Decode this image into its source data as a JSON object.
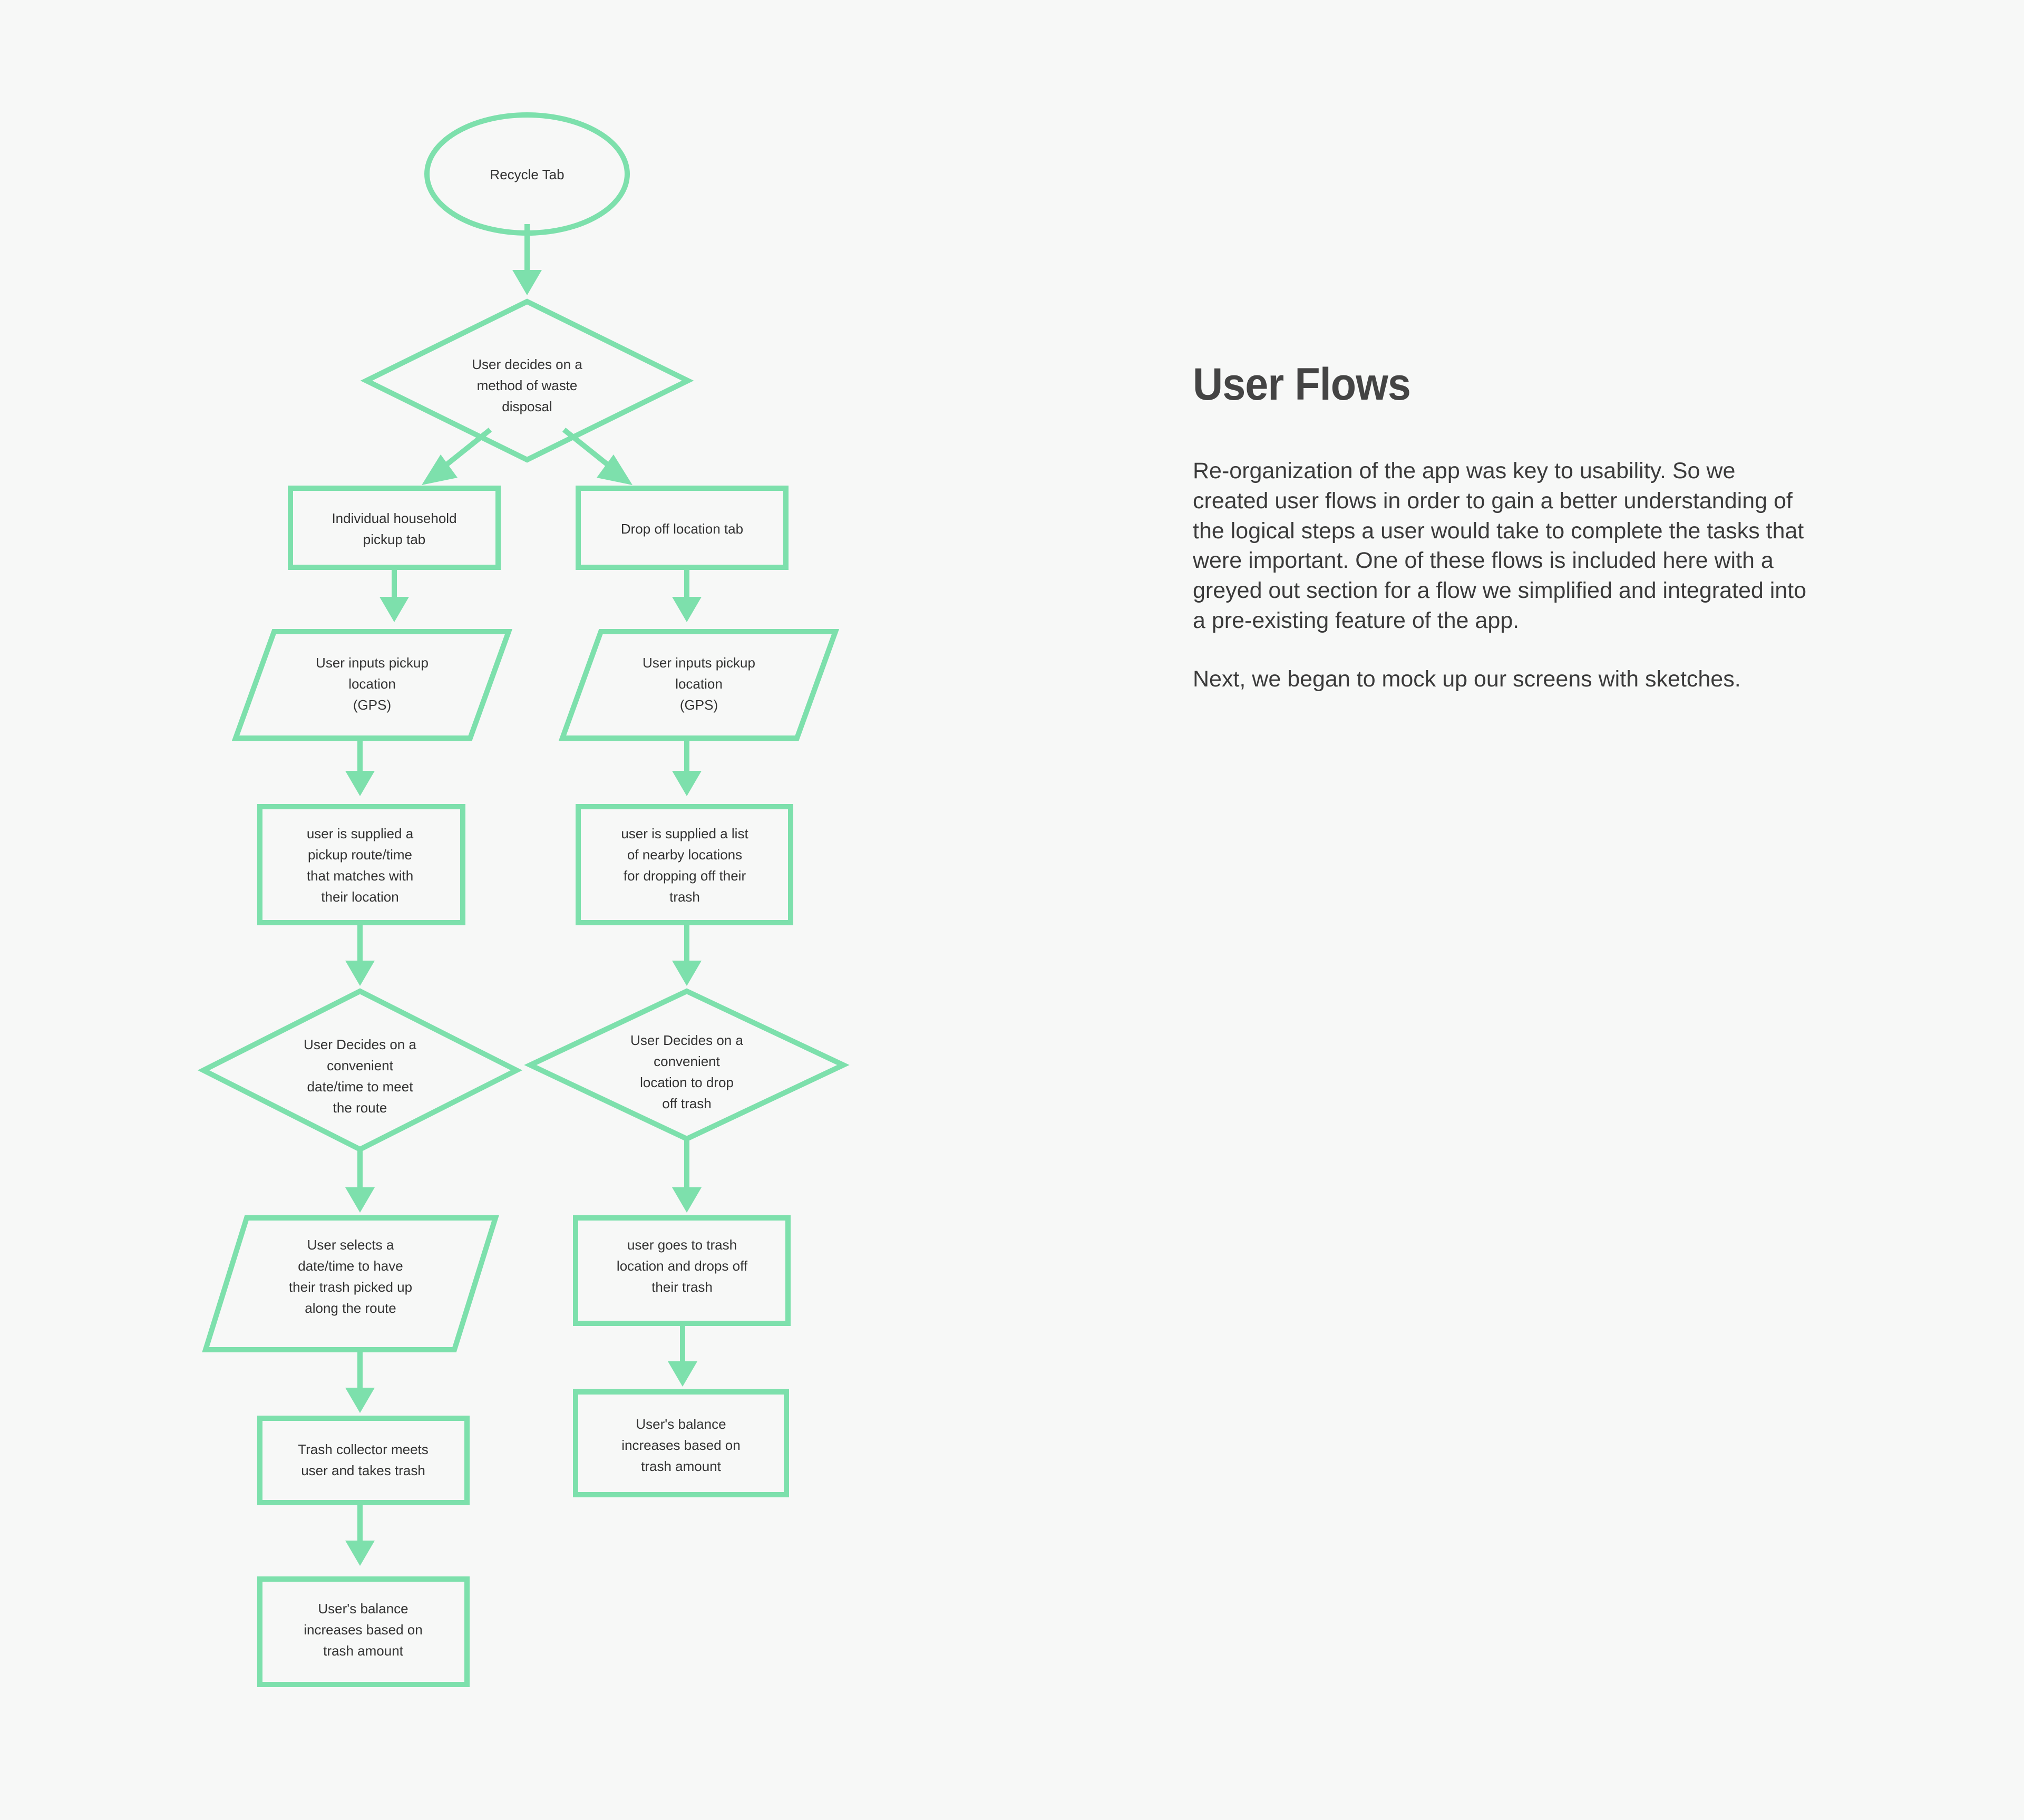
{
  "page": {
    "background_color": "#f7f8f7",
    "accent_color": "#7de0ac",
    "text_color": "#333333"
  },
  "panel": {
    "title": "User Flows",
    "paragraph_1": "Re-organization of the app was key to usability. So we created user flows in order to gain a better understanding of the logical steps a user would take to complete the tasks that were important. One of these flows is included here with a greyed out section for a flow we simplified and integrated into a pre-existing feature of the app.",
    "paragraph_2": "Next, we began to mock up our screens with sketches."
  },
  "chart_data": {
    "type": "diagram",
    "title": "User Flows",
    "diagram_kind": "flowchart",
    "nodes": [
      {
        "id": "start",
        "shape": "ellipse",
        "label": "Recycle Tab"
      },
      {
        "id": "decide",
        "shape": "diamond",
        "label": "User decides on a method of waste disposal"
      },
      {
        "id": "l1",
        "shape": "rectangle",
        "label": "Individual household pickup tab"
      },
      {
        "id": "r1",
        "shape": "rectangle",
        "label": "Drop off location tab"
      },
      {
        "id": "l2",
        "shape": "parallelogram",
        "label": "User inputs pickup location (GPS)"
      },
      {
        "id": "r2",
        "shape": "parallelogram",
        "label": "User inputs pickup location (GPS)"
      },
      {
        "id": "l3",
        "shape": "rectangle",
        "label": "user is supplied a pickup route/time that matches with their location"
      },
      {
        "id": "r3",
        "shape": "rectangle",
        "label": "user is supplied a list of nearby locations for dropping off their trash"
      },
      {
        "id": "l4",
        "shape": "diamond",
        "label": "User Decides on a convenient date/time to meet the route"
      },
      {
        "id": "r4",
        "shape": "diamond",
        "label": "User Decides on a convenient location to drop off trash"
      },
      {
        "id": "l5",
        "shape": "parallelogram",
        "label": "User selects a date/time to have their trash picked up along the route"
      },
      {
        "id": "r5",
        "shape": "rectangle",
        "label": "user goes to trash location and drops off their trash"
      },
      {
        "id": "l6",
        "shape": "rectangle",
        "label": "Trash collector meets user and takes trash"
      },
      {
        "id": "r6",
        "shape": "rectangle",
        "label": "User's balance increases based on trash amount"
      },
      {
        "id": "l7",
        "shape": "rectangle",
        "label": "User's balance increases based on trash amount"
      }
    ],
    "edges": [
      {
        "from": "start",
        "to": "decide"
      },
      {
        "from": "decide",
        "to": "l1"
      },
      {
        "from": "decide",
        "to": "r1"
      },
      {
        "from": "l1",
        "to": "l2"
      },
      {
        "from": "r1",
        "to": "r2"
      },
      {
        "from": "l2",
        "to": "l3"
      },
      {
        "from": "r2",
        "to": "r3"
      },
      {
        "from": "l3",
        "to": "l4"
      },
      {
        "from": "r3",
        "to": "r4"
      },
      {
        "from": "l4",
        "to": "l5"
      },
      {
        "from": "r4",
        "to": "r5"
      },
      {
        "from": "l5",
        "to": "l6"
      },
      {
        "from": "r5",
        "to": "r6"
      },
      {
        "from": "l6",
        "to": "l7"
      }
    ],
    "node_text_lines": {
      "start": [
        "Recycle Tab"
      ],
      "decide": [
        "User decides on a",
        "method of waste",
        "disposal"
      ],
      "l1": [
        "Individual household",
        "pickup tab"
      ],
      "r1": [
        "Drop off location tab"
      ],
      "l2": [
        "User inputs pickup",
        "location",
        "(GPS)"
      ],
      "r2": [
        "User inputs pickup",
        "location",
        "(GPS)"
      ],
      "l3": [
        "user is supplied a",
        "pickup route/time",
        "that matches with",
        "their location"
      ],
      "r3": [
        "user is supplied a list",
        "of nearby locations",
        "for dropping off their",
        "trash"
      ],
      "l4": [
        "User Decides on a",
        "convenient",
        "date/time to meet",
        "the route"
      ],
      "r4": [
        "User Decides on a",
        "convenient",
        "location to drop",
        "off trash"
      ],
      "l5": [
        "User selects a",
        "date/time to have",
        "their trash picked up",
        "along the route"
      ],
      "r5": [
        "user goes to trash",
        "location and drops off",
        "their trash"
      ],
      "l6": [
        "Trash collector meets",
        "user and takes trash"
      ],
      "r6": [
        "User's balance",
        "increases based on",
        "trash amount"
      ],
      "l7": [
        "User's balance",
        "increases based on",
        "trash amount"
      ]
    }
  }
}
